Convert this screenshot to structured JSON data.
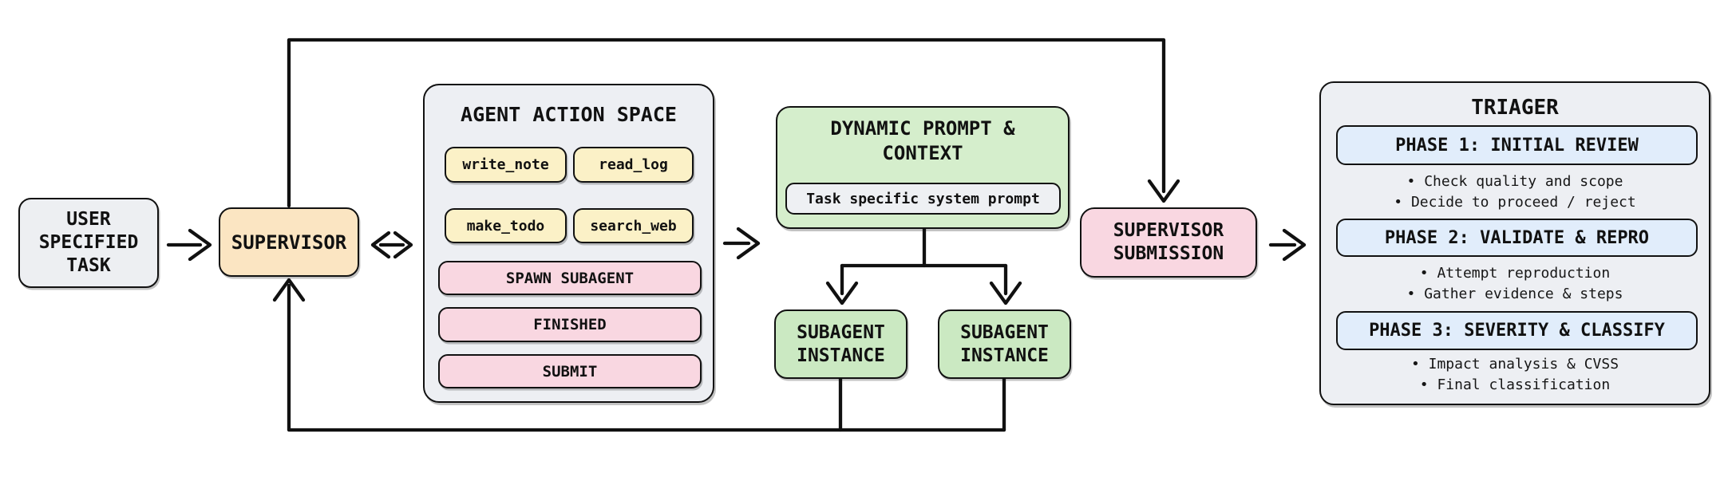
{
  "diagram": {
    "user_task": {
      "label": "USER\nSPECIFIED\nTASK"
    },
    "supervisor": {
      "label": "SUPERVISOR"
    },
    "action_space": {
      "title": "AGENT ACTION SPACE",
      "tools": [
        "write_note",
        "read_log",
        "make_todo",
        "search_web"
      ],
      "actions": [
        "SPAWN SUBAGENT",
        "FINISHED",
        "SUBMIT"
      ]
    },
    "dynamic_prompt": {
      "title": "DYNAMIC PROMPT &\nCONTEXT",
      "inner_label": "Task specific system prompt"
    },
    "subagents": [
      {
        "label": "SUBAGENT\nINSTANCE"
      },
      {
        "label": "SUBAGENT\nINSTANCE"
      }
    ],
    "submission": {
      "label": "SUPERVISOR\nSUBMISSION"
    },
    "triager": {
      "title": "TRIAGER",
      "phases": [
        {
          "header": "PHASE 1: INITIAL REVIEW",
          "bullets": [
            "• Check quality and scope",
            "• Decide to proceed / reject"
          ]
        },
        {
          "header": "PHASE 2: VALIDATE & REPRO",
          "bullets": [
            "• Attempt reproduction",
            "• Gather evidence & steps"
          ]
        },
        {
          "header": "PHASE 3: SEVERITY & CLASSIFY",
          "bullets": [
            "• Impact analysis & CVSS",
            "• Final classification"
          ]
        }
      ]
    },
    "colors": {
      "background": "#FFFFFF",
      "line": "#111111",
      "panel_gray": "#EDEFF3",
      "supervisor_orange": "#FBE5C2",
      "tool_yellow": "#FBF1C7",
      "action_pink": "#F9D7E1",
      "prompt_green": "#D5EECC",
      "subagent_green": "#CBE9C2",
      "phase_blue": "#E1EDFB"
    }
  }
}
